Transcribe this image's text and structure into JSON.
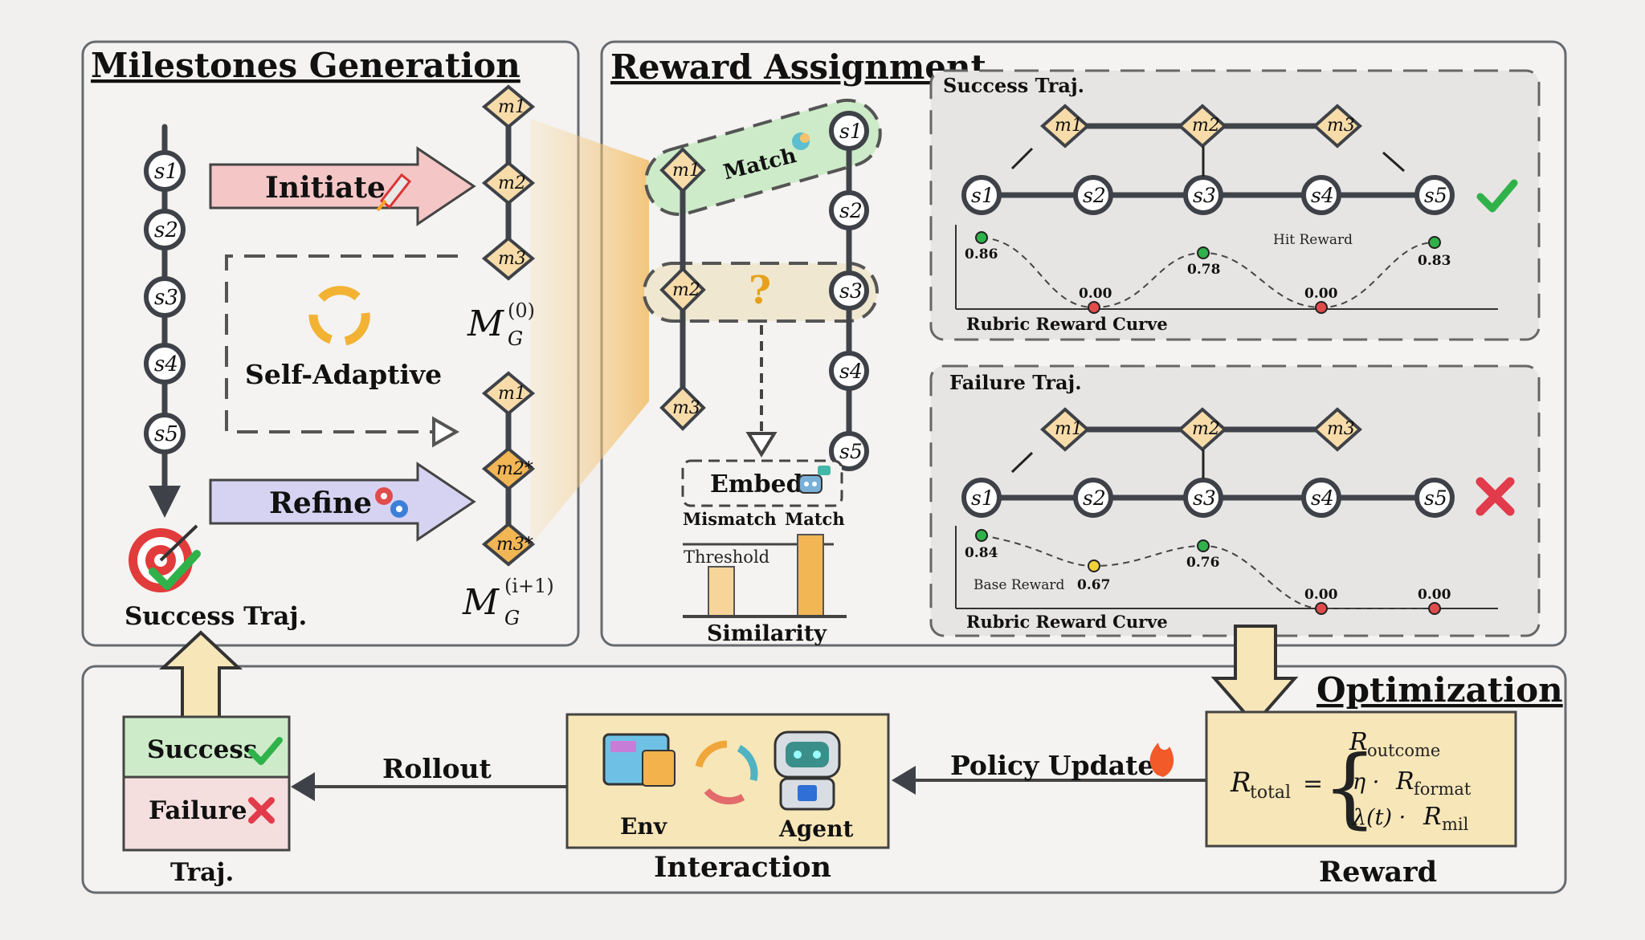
{
  "milestones": {
    "title": "Milestones Generation",
    "states": [
      "s1",
      "s2",
      "s3",
      "s4",
      "s5"
    ],
    "initiate": "Initiate",
    "refine": "Refine",
    "self_adaptive": "Self-Adaptive",
    "m0_label": "M",
    "m0_sup": "(0)",
    "m0_sub": "G",
    "mi_label": "M",
    "mi_sup": "(i+1)",
    "mi_sub": "G",
    "milestones": [
      "m1",
      "m2",
      "m3"
    ],
    "refined": [
      "m1",
      "m2*",
      "m3*"
    ],
    "success_traj": "Success Traj."
  },
  "reward_assignment": {
    "title": "Reward Assignment",
    "match": "Match",
    "question": "?",
    "embed": "Embed",
    "mismatch": "Mismatch",
    "match_label": "Match",
    "threshold": "Threshold",
    "similarity": "Similarity",
    "success": {
      "title": "Success Traj.",
      "values": [
        "0.86",
        "0.00",
        "0.78",
        "0.00",
        "0.83"
      ],
      "hit_reward": "Hit Reward",
      "curve_label": "Rubric Reward Curve"
    },
    "failure": {
      "title": "Failure Traj.",
      "values": [
        "0.84",
        "0.67",
        "0.76",
        "0.00",
        "0.00"
      ],
      "base_reward": "Base Reward",
      "curve_label": "Rubric Reward Curve"
    }
  },
  "optimization": {
    "title": "Optimization",
    "success": "Success",
    "failure": "Failure",
    "traj": "Traj.",
    "rollout": "Rollout",
    "env": "Env",
    "agent": "Agent",
    "interaction": "Interaction",
    "policy_update": "Policy Update",
    "reward": "Reward",
    "r_total": "R",
    "r_total_sub": "total",
    "r_outcome": "outcome",
    "r_format": "format",
    "r_mil": "mil",
    "eta": "η ·",
    "lambda": "λ(t) ·"
  },
  "colors": {
    "initiate_arrow": "#f5c6c6",
    "refine_arrow": "#d6d3f2",
    "diamond": "#f7dcaa",
    "match_band": "#cdebc8",
    "reward_box": "#f7e6b8",
    "success_box": "#cdebc8",
    "failure_box": "#f5dede"
  }
}
